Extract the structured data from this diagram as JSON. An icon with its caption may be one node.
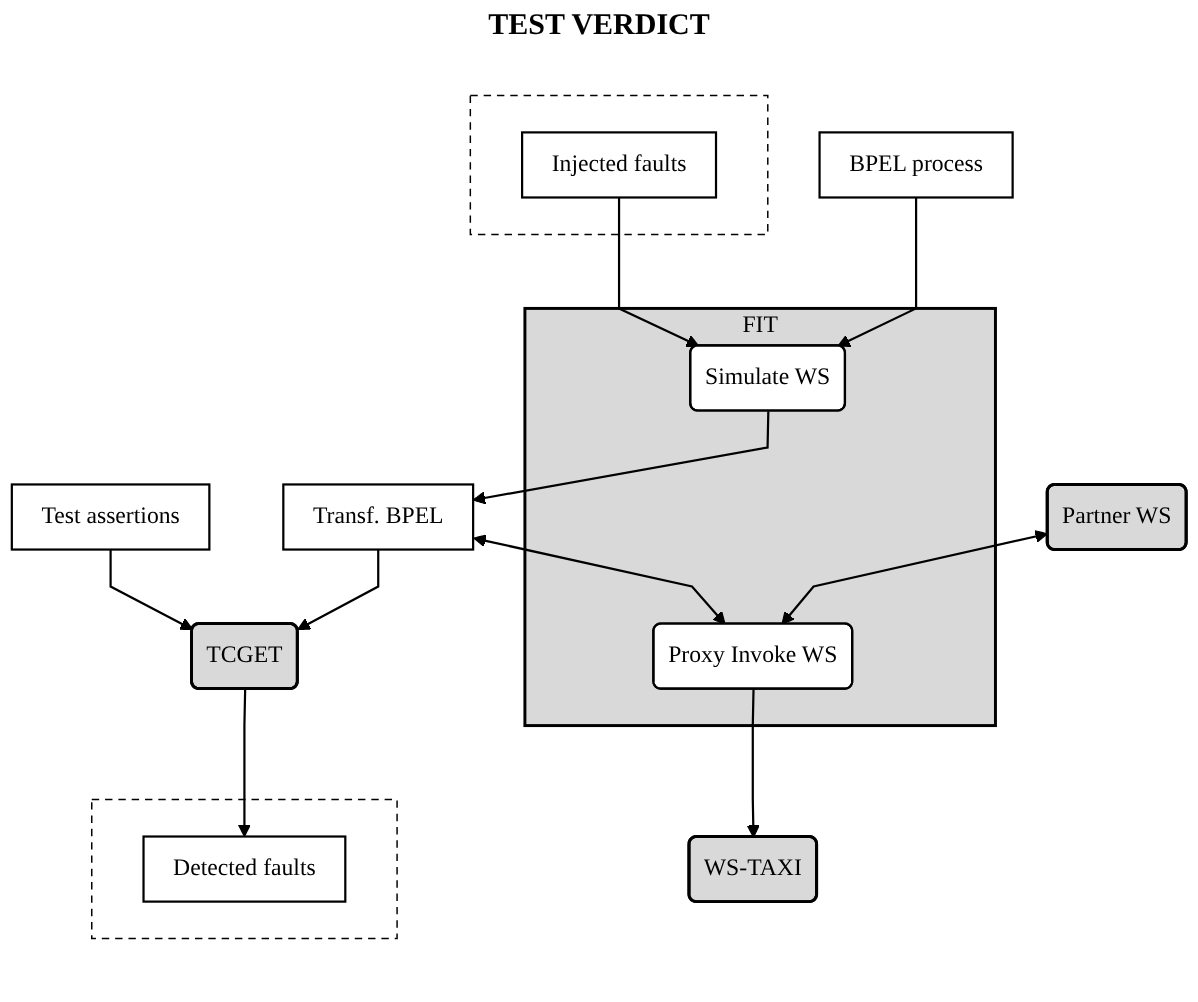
{
  "diagram": {
    "nodes": [
      {
        "text": [
          "Partner WS"
        ]
      },
      {
        "text": [
          "BPEL process"
        ]
      },
      {
        "text": [
          "FIT"
        ]
      },
      {
        "text": [
          "Simulate WS"
        ],
        "in": 2
      },
      {
        "text": [
          "Proxy Invoke WS"
        ],
        "in": 2
      },
      {
        "text": [],
        "shape": "ellipse"
      },
      {
        "text": [
          "Injected faults"
        ],
        "in": 5
      },
      {
        "text": [
          "Transf. BPEL"
        ]
      },
      {
        "text": [
          "WS-TAXI"
        ]
      },
      {
        "text": [],
        "shape": "ellipse"
      },
      {
        "text": [
          "Detected faults"
        ],
        "in": 9
      },
      {
        "text": [
          "TCGET"
        ]
      },
      {
        "text": [
          "Test assertions"
        ]
      }
    ],
    "edges": [
      {
        "from": 0,
        "to": 4,
        "arrow": "both"
      },
      {
        "from": 1,
        "to": 3,
        "arrow": "to"
      },
      {
        "from": 6,
        "to": 3,
        "arrow": "to"
      },
      {
        "from": 3,
        "to": 7,
        "arrow": "to"
      },
      {
        "from": 7,
        "to": 4,
        "arrow": "both"
      },
      {
        "from": 4,
        "to": 8,
        "arrow": "to"
      },
      {
        "from": 7,
        "to": 11,
        "arrow": "to"
      },
      {
        "from": 12,
        "to": 11,
        "arrow": "to"
      },
      {
        "from": 11,
        "to": 10,
        "arrow": "to"
      }
    ],
    "labels": [
      "TEST VERDICT"
    ]
  }
}
